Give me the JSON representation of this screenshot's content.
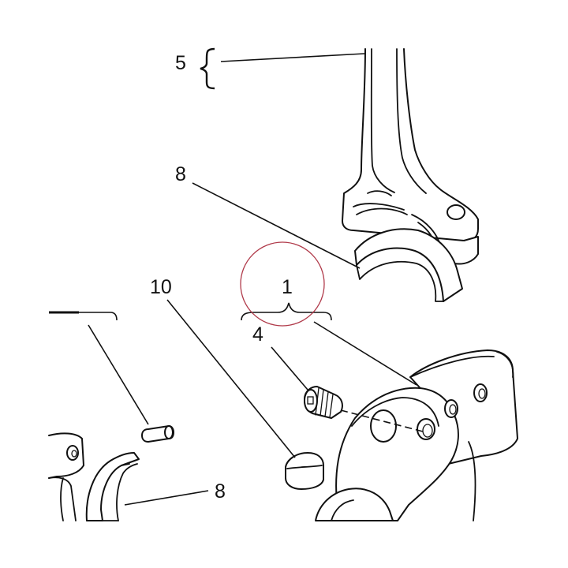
{
  "callouts": {
    "c5": "5",
    "c8_top": "8",
    "c10": "10",
    "c1": "1",
    "c4": "4",
    "c8_bottom": "8"
  },
  "colors": {
    "ink": "#111111",
    "paper": "#ffffff",
    "highlight_circle": "#b03a4a"
  },
  "highlight": {
    "shape": "circle",
    "target_callout": "1"
  }
}
